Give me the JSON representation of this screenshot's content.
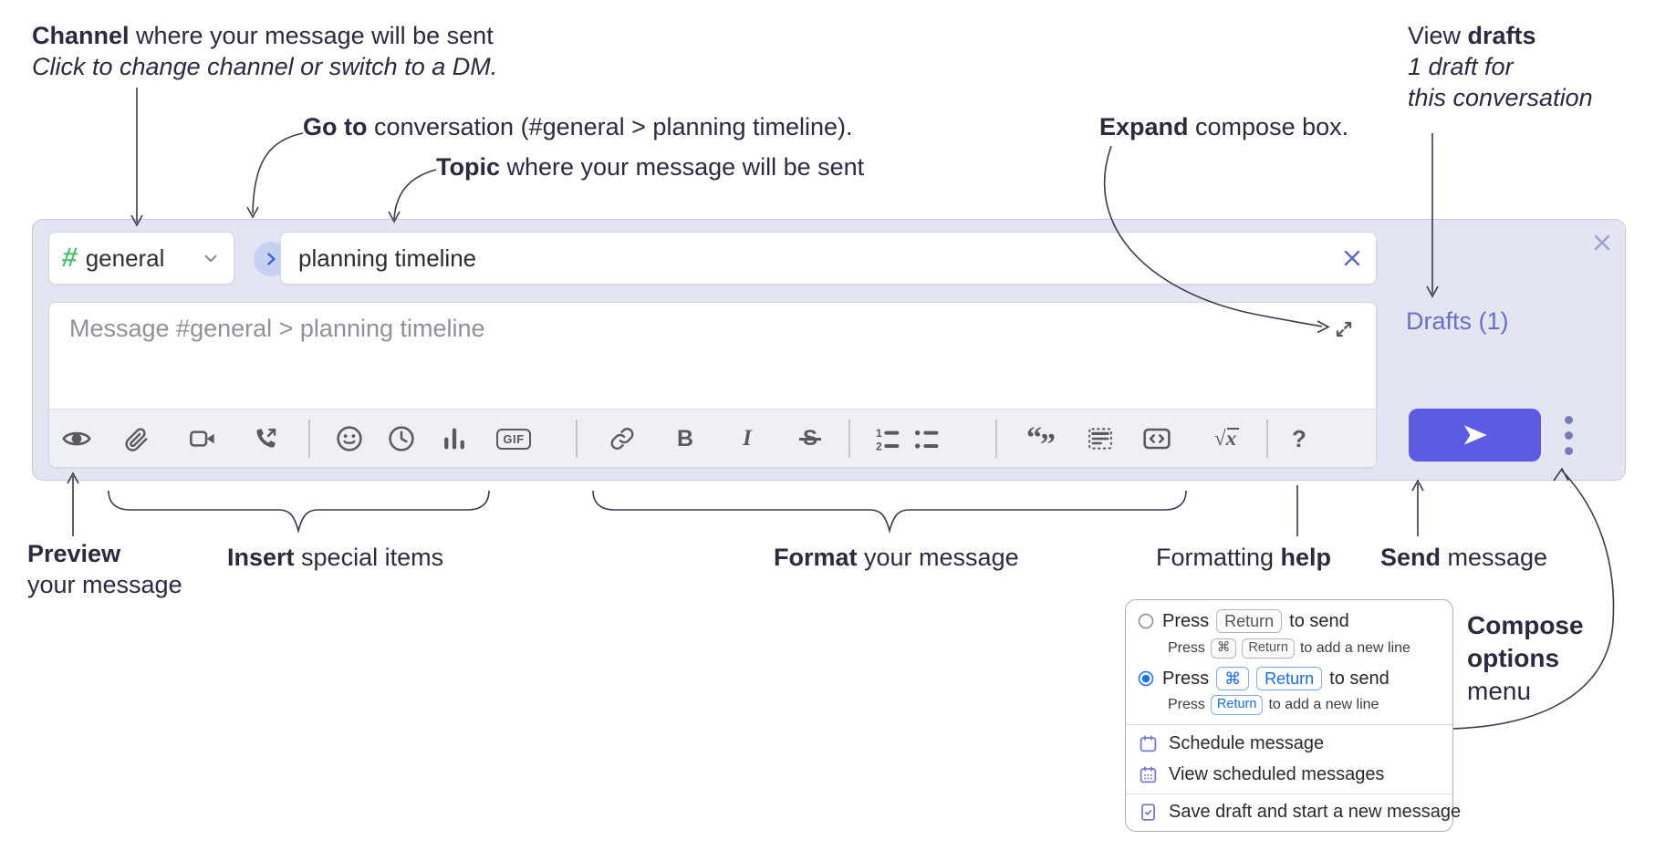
{
  "annotations": {
    "channel": {
      "bold": "Channel",
      "rest": " where your message will be sent",
      "sub": "Click to change channel or switch to a DM."
    },
    "goto": {
      "bold": "Go to",
      "rest": " conversation (#general > planning timeline)."
    },
    "topic": {
      "bold": "Topic",
      "rest": " where your message will be sent"
    },
    "expand": {
      "bold": "Expand",
      "rest": " compose box."
    },
    "drafts": {
      "pre": "View ",
      "bold": "drafts",
      "line2": "1 draft for",
      "line3": "this conversation"
    },
    "preview": {
      "bold": "Preview",
      "line2": "your message"
    },
    "insert": {
      "bold": "Insert",
      "rest": " special items"
    },
    "format": {
      "bold": "Format",
      "rest": " your message"
    },
    "formatting_help": {
      "pre": "Formatting ",
      "bold": "help"
    },
    "send": {
      "bold": "Send",
      "rest": " message"
    },
    "compose_options": {
      "line1": "Compose",
      "line2": "options",
      "line3": "menu"
    }
  },
  "compose": {
    "channel_hash": "#",
    "channel_name": "general",
    "topic_value": "planning timeline",
    "message_placeholder": "Message #general > planning timeline",
    "drafts_link": "Drafts (1)",
    "toolbar": {
      "gif": "GIF",
      "bold": "B",
      "italic": "I",
      "strike": "S",
      "help": "?",
      "math": "x",
      "math_root": "√",
      "num1": "1",
      "num2": "2",
      "quote_open": "“",
      "quote_close": "”"
    }
  },
  "popup": {
    "option1": {
      "press": "Press",
      "kbd_return": "Return",
      "suffix": "to send",
      "sub_press": "Press",
      "sub_kbd_cmd": "⌘",
      "sub_kbd_return": "Return",
      "sub_suffix": "to add a new line"
    },
    "option2": {
      "press": "Press",
      "kbd_cmd": "⌘",
      "kbd_return": "Return",
      "suffix": "to send",
      "sub_press": "Press",
      "sub_kbd_return": "Return",
      "sub_suffix": "to add a new line"
    },
    "schedule": "Schedule message",
    "view_scheduled": "View scheduled messages",
    "save_draft": "Save draft and start a new message"
  },
  "colors": {
    "accent_send": "#5b5ce2",
    "compose_bg": "#e3e5f3",
    "channel_green": "#4fbd6e",
    "link_purple": "#6a6fc0",
    "radio_blue": "#1a73e8",
    "menu_icon_purple": "#7577d1"
  }
}
